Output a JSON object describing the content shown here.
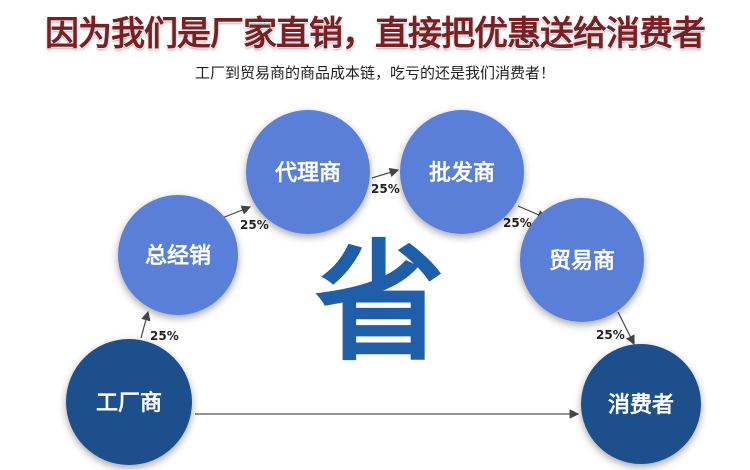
{
  "headline": "因为我们是厂家直销，直接把优惠送给消费者",
  "subline": "工厂到贸易商的商品成本链，吃亏的还是我们消费者！",
  "center_char": "省",
  "colors": {
    "dark_node": "#1b4f8c",
    "light_node": "#5a7fd8",
    "center": "#1f5ea8",
    "title": "#7a1f24"
  },
  "nodes": [
    {
      "id": "factory",
      "label": "工厂商",
      "style": "dark"
    },
    {
      "id": "general",
      "label": "总经销",
      "style": "light"
    },
    {
      "id": "agent",
      "label": "代理商",
      "style": "light"
    },
    {
      "id": "wholesale",
      "label": "批发商",
      "style": "light"
    },
    {
      "id": "trader",
      "label": "贸易商",
      "style": "light"
    },
    {
      "id": "consumer",
      "label": "消费者",
      "style": "dark"
    }
  ],
  "edges": [
    {
      "from": "factory",
      "to": "general",
      "label": "25%"
    },
    {
      "from": "general",
      "to": "agent",
      "label": "25%"
    },
    {
      "from": "agent",
      "to": "wholesale",
      "label": "25%"
    },
    {
      "from": "wholesale",
      "to": "trader",
      "label": "25%"
    },
    {
      "from": "trader",
      "to": "consumer",
      "label": "25%"
    },
    {
      "from": "factory",
      "to": "consumer",
      "label": ""
    }
  ]
}
